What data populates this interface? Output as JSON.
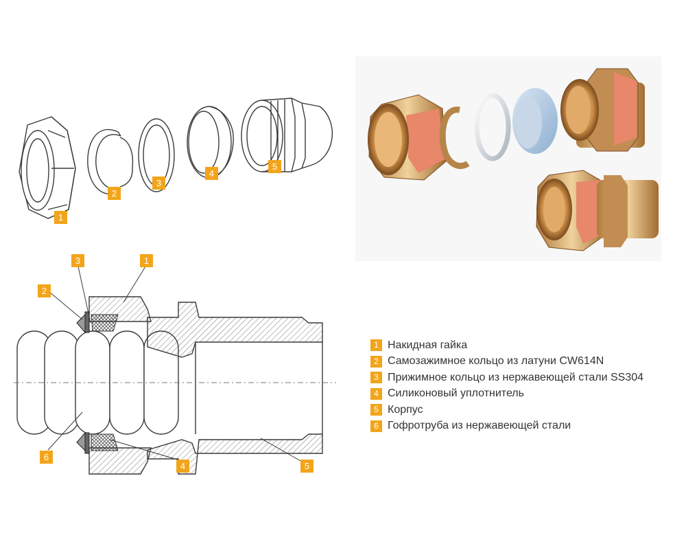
{
  "colors": {
    "badge": "#f2a51a",
    "outline": "#3a3a3a",
    "brass": "#d7a86e",
    "brass_dark": "#8a5a2a",
    "hex_face": "#e8876a",
    "steel_ring": "#c8ccd3",
    "silicone": "#a9c3df"
  },
  "exploded_view": {
    "parts": [
      {
        "num": "1"
      },
      {
        "num": "2"
      },
      {
        "num": "3"
      },
      {
        "num": "4"
      },
      {
        "num": "5"
      }
    ]
  },
  "section_view": {
    "callouts": [
      {
        "num": "3"
      },
      {
        "num": "1"
      },
      {
        "num": "2"
      },
      {
        "num": "6"
      },
      {
        "num": "4"
      },
      {
        "num": "5"
      }
    ]
  },
  "legend": [
    {
      "num": "1",
      "label": "Накидная гайка"
    },
    {
      "num": "2",
      "label": "Самозажимное кольцо из латуни CW614N"
    },
    {
      "num": "3",
      "label": "Прижимное кольцо из нержавеющей стали SS304"
    },
    {
      "num": "4",
      "label": "Силиконовый уплотнитель"
    },
    {
      "num": "5",
      "label": "Корпус"
    },
    {
      "num": "6",
      "label": "Гофротруба из нержавеющей стали"
    }
  ]
}
